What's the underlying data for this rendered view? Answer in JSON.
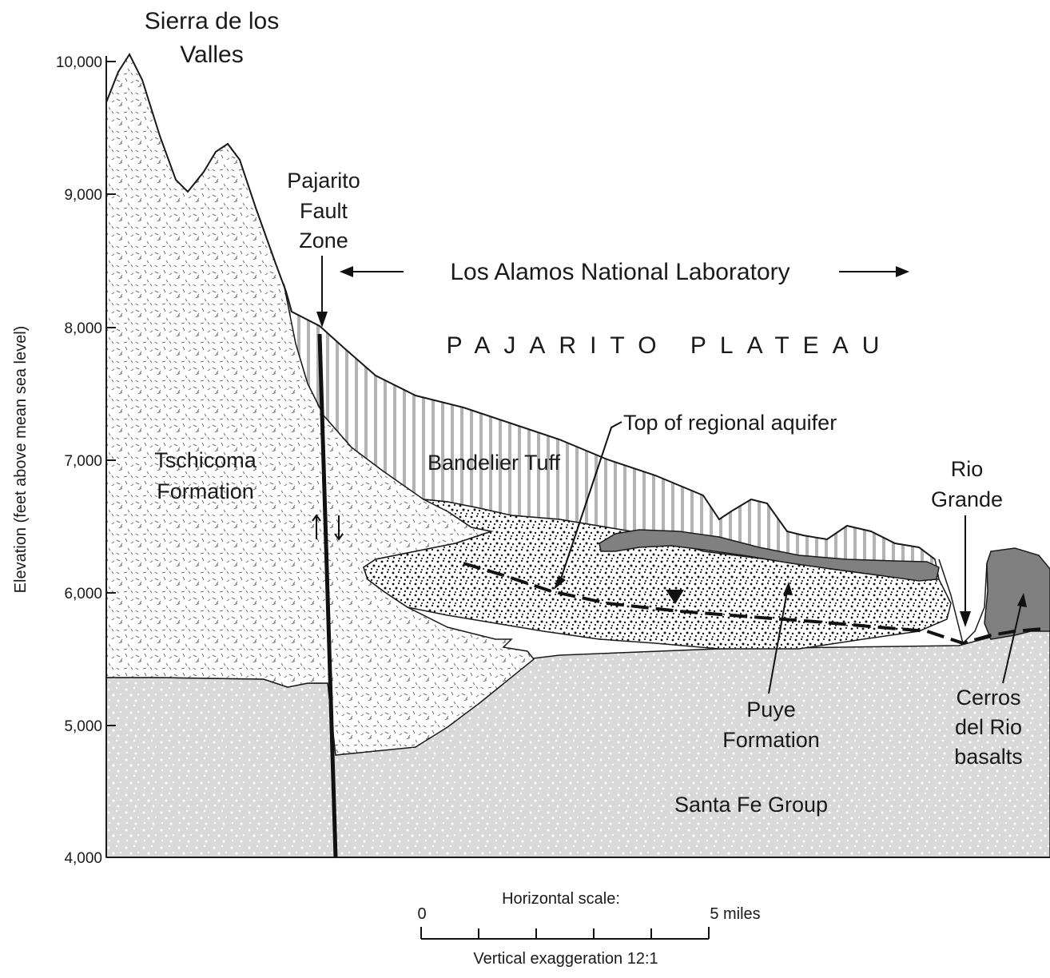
{
  "title_lines": [
    "Sierra de los",
    "Valles"
  ],
  "y_axis": {
    "label": "Elevation (feet above mean sea level)",
    "ticks": [
      "10,000",
      "9,000",
      "8,000",
      "7,000",
      "6,000",
      "5,000",
      "4,000"
    ]
  },
  "labels": {
    "fault_lines": [
      "Pajarito",
      "Fault",
      "Zone"
    ],
    "lab": "Los Alamos National Laboratory",
    "plateau": "PAJARITO PLATEAU",
    "aquifer": "Top of regional aquifer",
    "bandelier": "Bandelier Tuff",
    "tschicoma_lines": [
      "Tschicoma",
      "Formation"
    ],
    "rio_lines": [
      "Rio",
      "Grande"
    ],
    "puye_lines": [
      "Puye",
      "Formation"
    ],
    "cerros_lines": [
      "Cerros",
      "del Rio",
      "basalts"
    ],
    "santa_fe": "Santa Fe Group"
  },
  "scale": {
    "title": "Horizontal scale:",
    "start": "0",
    "end": "5 miles",
    "exaggeration": "Vertical exaggeration 12:1"
  },
  "colors": {
    "santa_fe_fill": "#d9d9d9",
    "basalt_fill": "#808080",
    "tuff_fill": "#c4c4c4",
    "line": "#1a1a1a"
  }
}
